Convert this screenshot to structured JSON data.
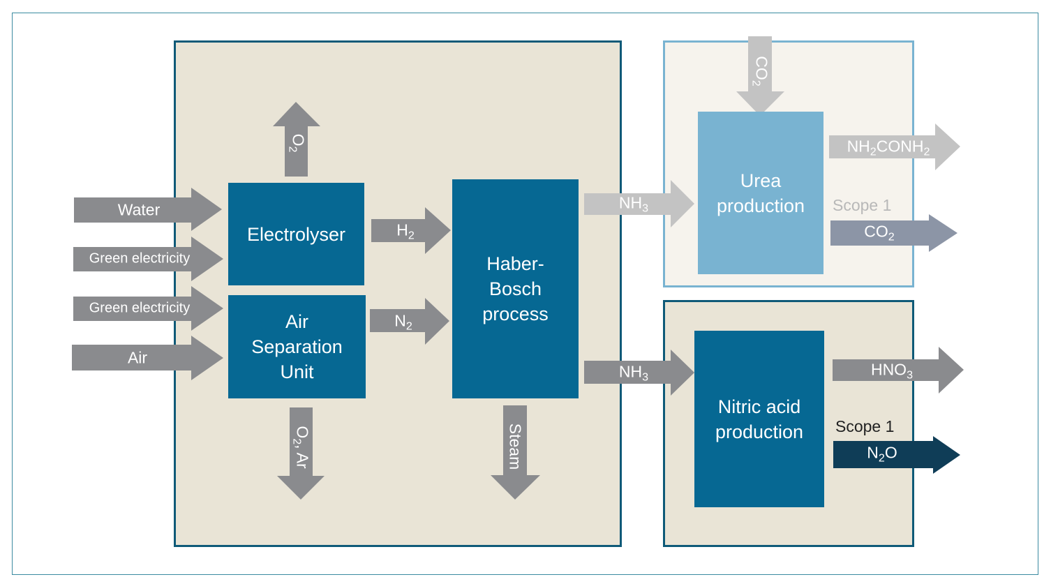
{
  "colors": {
    "arrow_gray": "#8a8b8e",
    "arrow_light_gray": "#c3c3c3",
    "arrow_slate": "#8c95a6",
    "arrow_dark_navy": "#0f3d57",
    "process_blue": "#066893",
    "urea_blue": "#79b3d1",
    "panel_beige": "#e9e4d6",
    "panel_light": "#f6f3ed"
  },
  "boxes": {
    "electrolyser": "Electrolyser",
    "asu": "Air\nSeparation\nUnit",
    "haber": "Haber-\nBosch\nprocess",
    "urea": "Urea\nproduction",
    "nitric": "Nitric acid\nproduction"
  },
  "arrows": {
    "water": "Water",
    "green_electricity_1": "Green electricity",
    "green_electricity_2": "Green electricity",
    "air": "Air",
    "o2": {
      "main": "O",
      "sub": "2"
    },
    "h2": {
      "main": "H",
      "sub": "2"
    },
    "n2": {
      "main": "N",
      "sub": "2"
    },
    "o2_ar": {
      "main": "O",
      "sub": "2",
      "tail": ", Ar"
    },
    "steam": "Steam",
    "nh3_urea": {
      "main": "NH",
      "sub": "3"
    },
    "nh3_nitric": {
      "main": "NH",
      "sub": "3"
    },
    "co2_in": {
      "main": "CO",
      "sub": "2"
    },
    "urea_out": {
      "p1": "NH",
      "s1": "2",
      "p2": "CONH",
      "s2": "2"
    },
    "co2_out": {
      "main": "CO",
      "sub": "2"
    },
    "hno3": {
      "main": "HNO",
      "sub": "3"
    },
    "n2o": {
      "p1": "N",
      "s1": "2",
      "p2": "O"
    }
  },
  "scope": {
    "urea": "Scope 1",
    "nitric": "Scope 1"
  }
}
